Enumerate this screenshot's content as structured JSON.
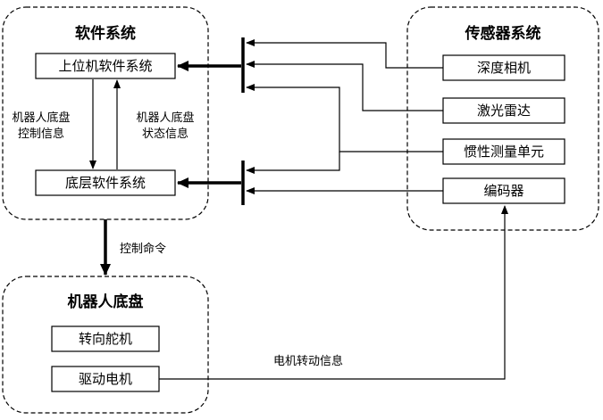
{
  "groups": {
    "software": "软件系统",
    "sensors": "传感器系统",
    "chassis": "机器人底盘"
  },
  "boxes": {
    "upper_software": "上位机软件系统",
    "lower_software": "底层软件系统",
    "depth_camera": "深度相机",
    "lidar": "激光雷达",
    "imu": "惯性测量单元",
    "encoder": "编码器",
    "steering_servo": "转向舵机",
    "drive_motor": "驱动电机"
  },
  "labels": {
    "chassis_control_line1": "机器人底盘",
    "chassis_control_line2": "控制信息",
    "chassis_status_line1": "机器人底盘",
    "chassis_status_line2": "状态信息",
    "control_command": "控制命令",
    "motor_rotation_info": "电机转动信息"
  }
}
